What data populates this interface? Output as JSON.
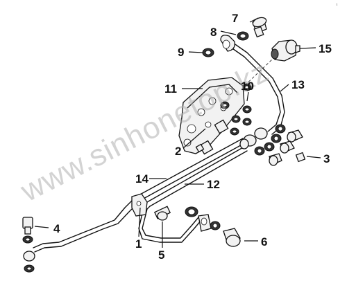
{
  "diagram": {
    "watermark": "www.sinhonetop.kz",
    "corner_mark": "s",
    "callouts": [
      {
        "id": "c1",
        "text": "1"
      },
      {
        "id": "c2",
        "text": "2"
      },
      {
        "id": "c3",
        "text": "3"
      },
      {
        "id": "c4",
        "text": "4"
      },
      {
        "id": "c5",
        "text": "5"
      },
      {
        "id": "c6",
        "text": "6"
      },
      {
        "id": "c7",
        "text": "7"
      },
      {
        "id": "c8",
        "text": "8"
      },
      {
        "id": "c9",
        "text": "9"
      },
      {
        "id": "c10",
        "text": "10"
      },
      {
        "id": "c11",
        "text": "11"
      },
      {
        "id": "c12",
        "text": "12"
      },
      {
        "id": "c13",
        "text": "13"
      },
      {
        "id": "c14",
        "text": "14"
      },
      {
        "id": "c15",
        "text": "15"
      }
    ]
  }
}
